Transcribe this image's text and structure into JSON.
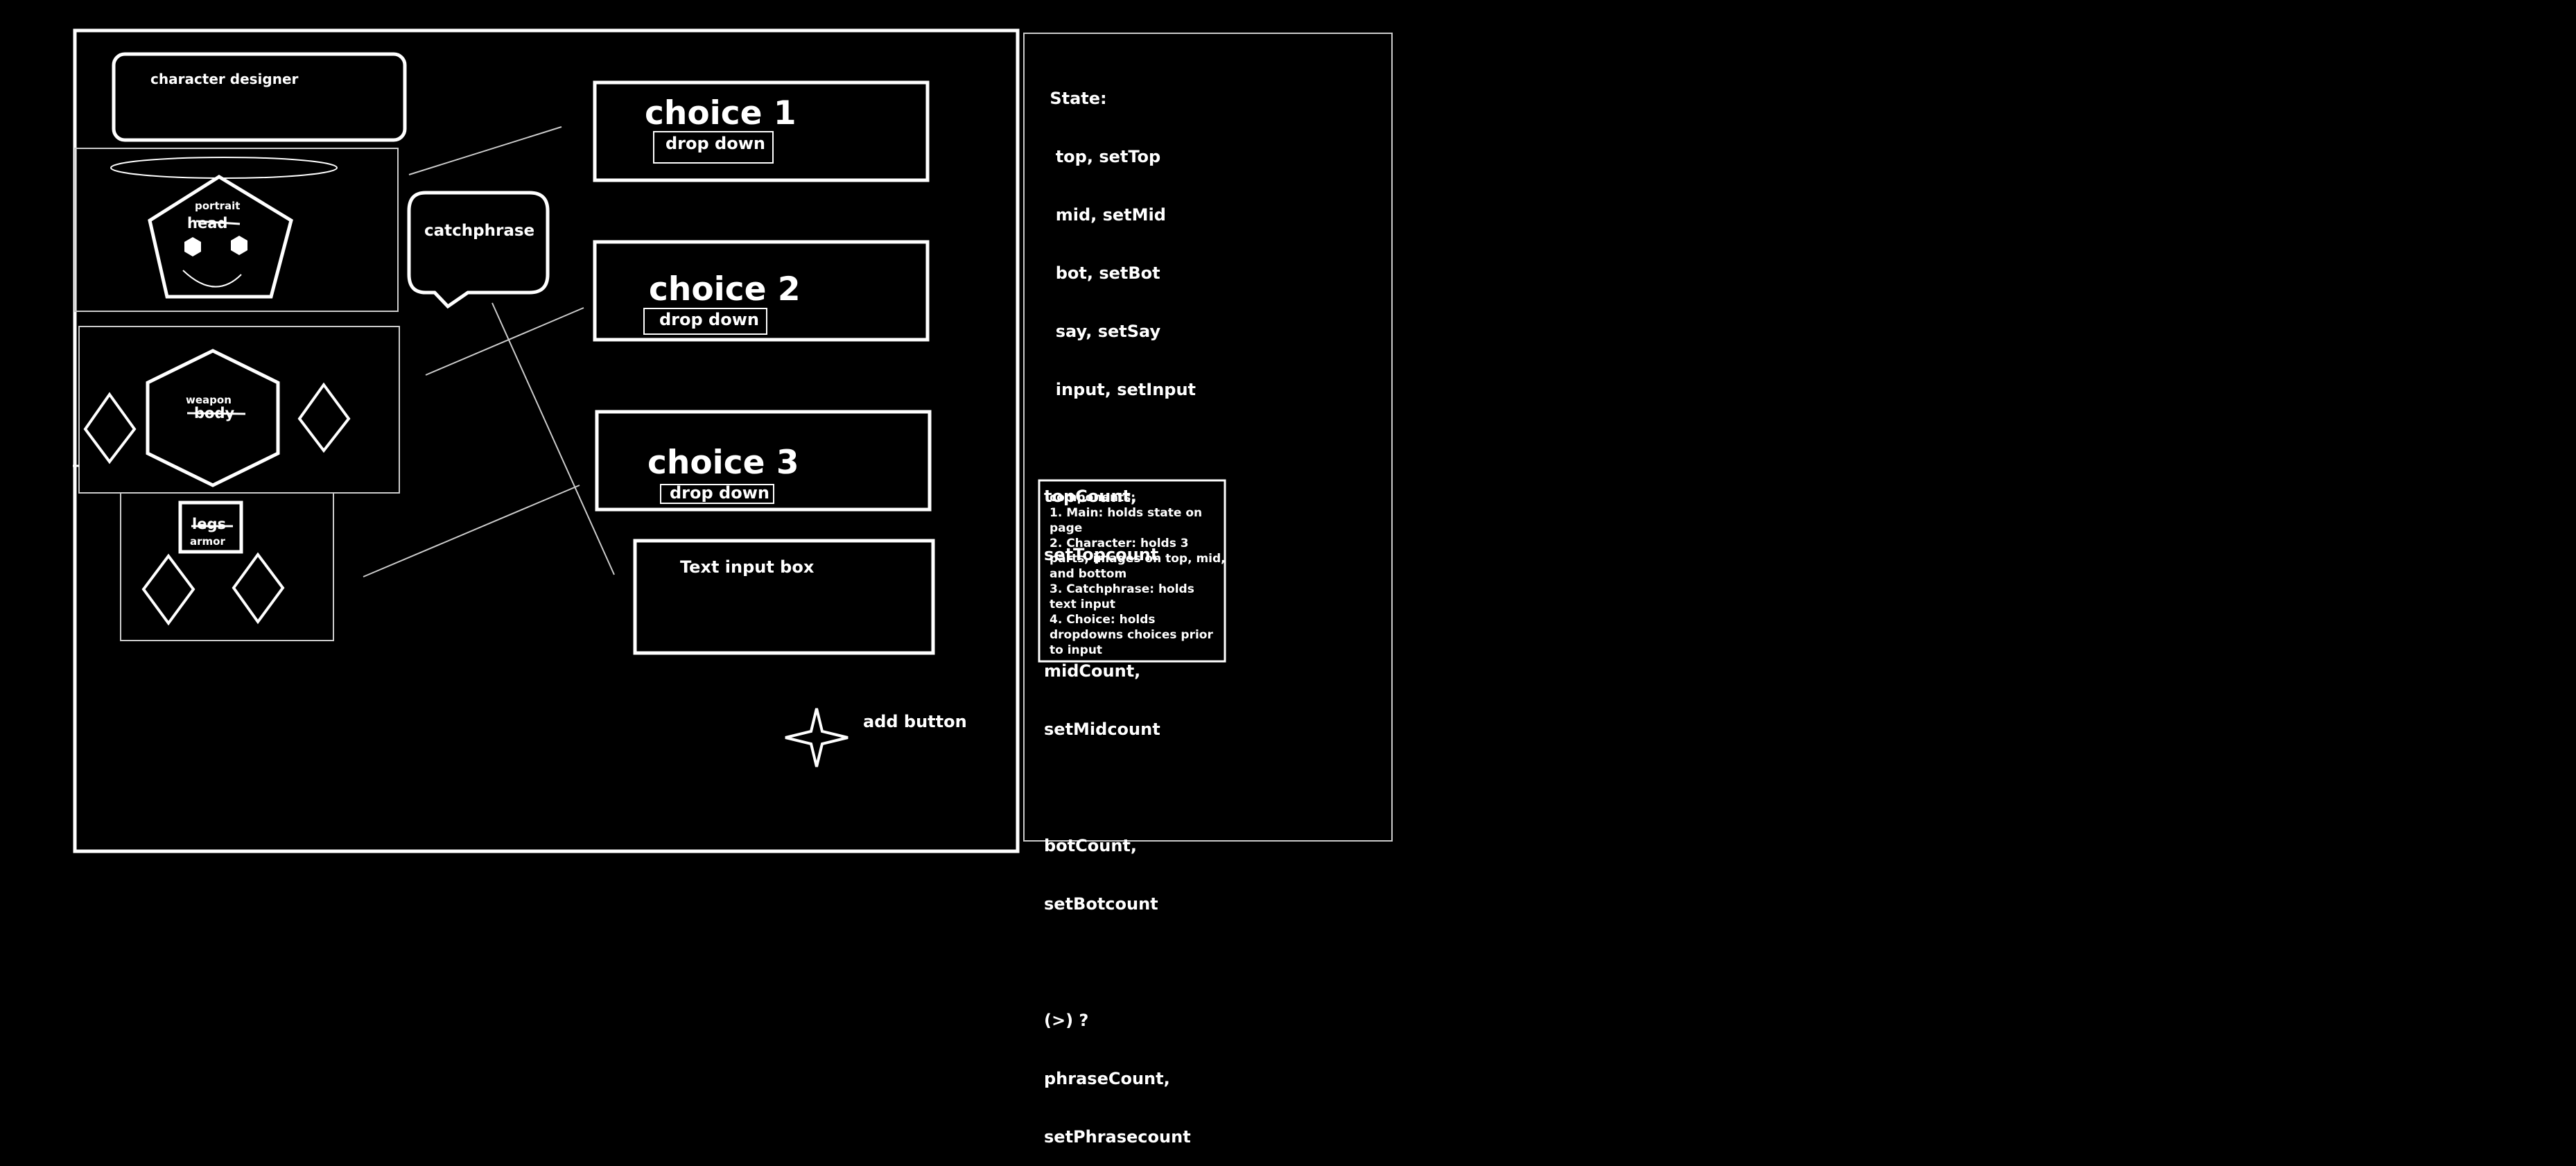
{
  "app": {
    "title": "character designer"
  },
  "character": {
    "portrait_label": "portrait",
    "head_label": "head",
    "weapon_label": "weapon",
    "body_label": "body",
    "legs_label": "legs",
    "armor_label": "armor"
  },
  "catchphrase": {
    "label": "catchphrase"
  },
  "choices": [
    {
      "title": "choice 1",
      "dropdown": "drop down"
    },
    {
      "title": "choice 2",
      "dropdown": "drop down"
    },
    {
      "title": "choice 3",
      "dropdown": "drop down"
    }
  ],
  "text_input": {
    "label": "Text input box"
  },
  "add_button": {
    "label": "add button"
  },
  "state_panel": {
    "lines": [
      " State:",
      "  top, setTop",
      "  mid, setMid",
      "  bot, setBot",
      "  say, setSay",
      "  input, setInput",
      "",
      "topCount,",
      "setTopcount",
      "",
      "midCount,",
      "setMidcount",
      "",
      "botCount,",
      "setBotcount",
      "",
      "(>) ?",
      "phraseCount,",
      "setPhrasecount"
    ]
  },
  "components_box": {
    "lines": [
      "components:",
      "1. Main: holds state on",
      "page",
      "2. Character: holds 3",
      "parts, images on top, mid,",
      "and bottom",
      "3. Catchphrase: holds",
      "text input",
      "4. Choice: holds",
      "dropdowns choices prior",
      "to input"
    ]
  }
}
